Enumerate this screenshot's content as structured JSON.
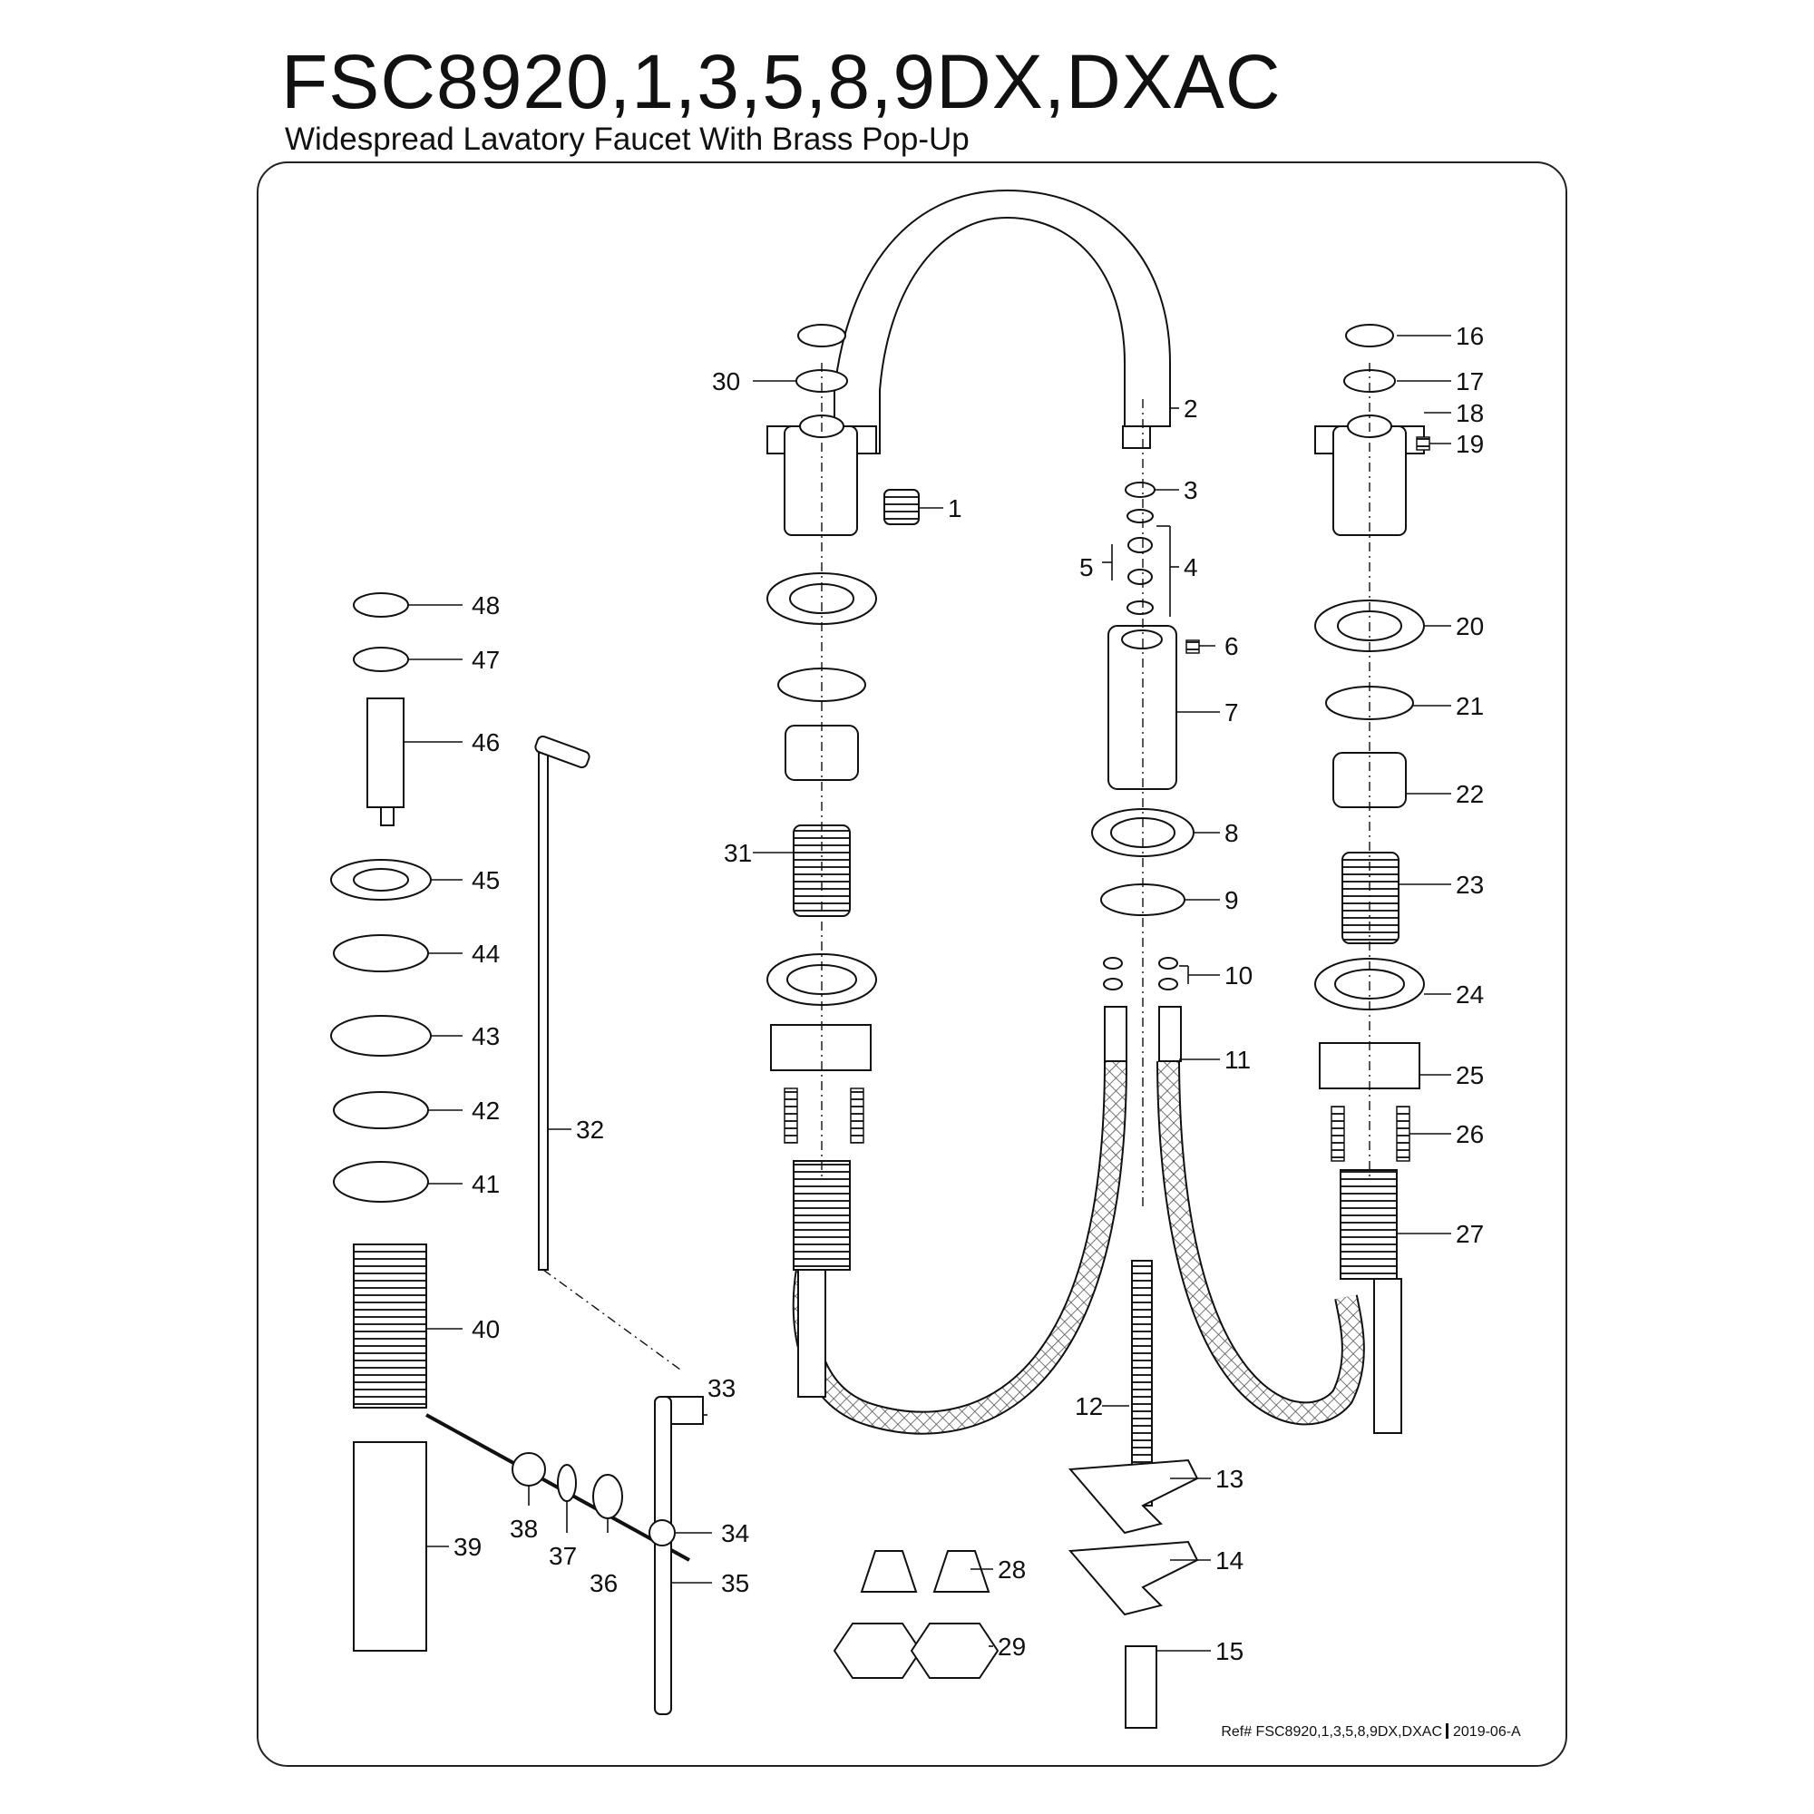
{
  "header": {
    "title": "FSC8920,1,3,5,8,9DX,DXAC",
    "subtitle": "Widespread Lavatory Faucet With Brass Pop-Up"
  },
  "footer": {
    "ref_text": "Ref# FSC8920,1,3,5,8,9DX,DXAC",
    "date": "2019-06-A"
  },
  "callouts": [
    "1",
    "2",
    "3",
    "4",
    "5",
    "6",
    "7",
    "8",
    "9",
    "10",
    "11",
    "12",
    "13",
    "14",
    "15",
    "16",
    "17",
    "18",
    "19",
    "20",
    "21",
    "22",
    "23",
    "24",
    "25",
    "26",
    "27",
    "28",
    "29",
    "30",
    "31",
    "32",
    "33",
    "34",
    "35",
    "36",
    "37",
    "38",
    "39",
    "40",
    "41",
    "42",
    "43",
    "44",
    "45",
    "46",
    "47",
    "48"
  ]
}
